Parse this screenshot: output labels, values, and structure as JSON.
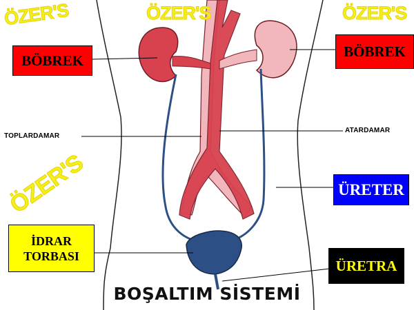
{
  "title": "BOŞALTIM SİSTEMİ",
  "watermark": "ÖZER'S",
  "labels": {
    "kidney_left": "BÖBREK",
    "kidney_right": "BÖBREK",
    "vein": "TOPLARDAMAR",
    "artery": "ATARDAMAR",
    "ureter": "ÜRETER",
    "bladder_line1": "İDRAR",
    "bladder_line2": "TORBASI",
    "urethra": "ÜRETRA"
  },
  "colors": {
    "kidney_box": "#ff0000",
    "ureter_box": "#0000ff",
    "bladder_box": "#ffff00",
    "urethra_box": "#000000",
    "urethra_text": "#ffff00",
    "vessel_red": "#d8424f",
    "vessel_pink": "#f2b6bd",
    "duct_blue": "#2c4f86",
    "watermark": "#f3ef1c"
  }
}
